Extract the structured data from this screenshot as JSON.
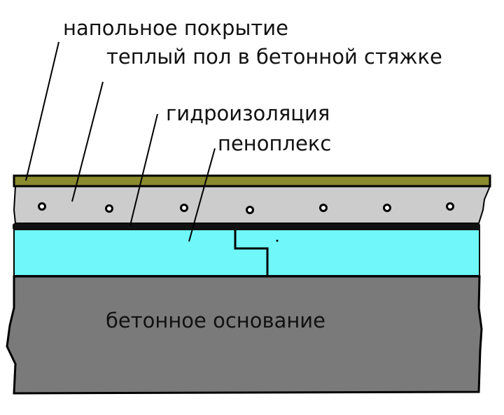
{
  "labels": {
    "floor_covering": "напольное покрытие",
    "heated_screed": "теплый пол в бетонной стяжке",
    "waterproofing": "гидроизоляция",
    "penoplex": "пеноплекс",
    "concrete_base": "бетонное основание"
  },
  "colors": {
    "floor_covering": "#8a8a2e",
    "screed": "#cccccc",
    "waterproofing": "#111111",
    "penoplex": "#6ff7f9",
    "concrete_base": "#7a7a7a",
    "outline": "#000000"
  },
  "heating_pipes_count": 7
}
